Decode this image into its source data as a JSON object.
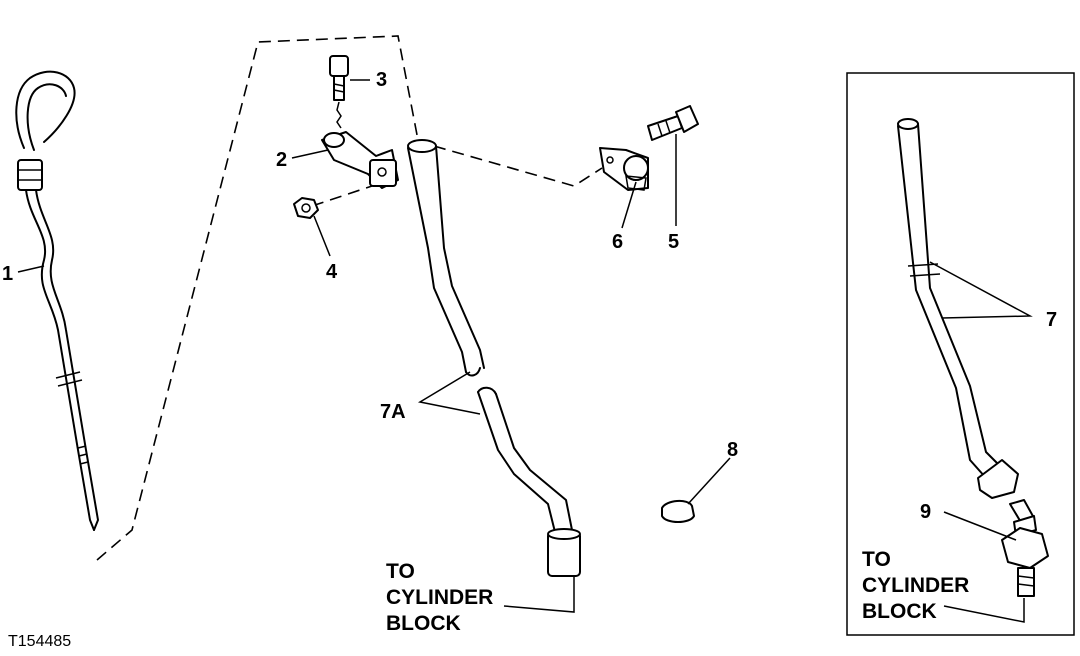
{
  "callouts": {
    "c1": "1",
    "c2": "2",
    "c3": "3",
    "c4": "4",
    "c5": "5",
    "c6": "6",
    "c7a": "7A",
    "c7": "7",
    "c8": "8",
    "c9": "9"
  },
  "destination_left": [
    "TO",
    "CYLINDER",
    "BLOCK"
  ],
  "destination_inset": [
    "TO",
    "CYLINDER",
    "BLOCK"
  ],
  "figure_id": "T154485"
}
